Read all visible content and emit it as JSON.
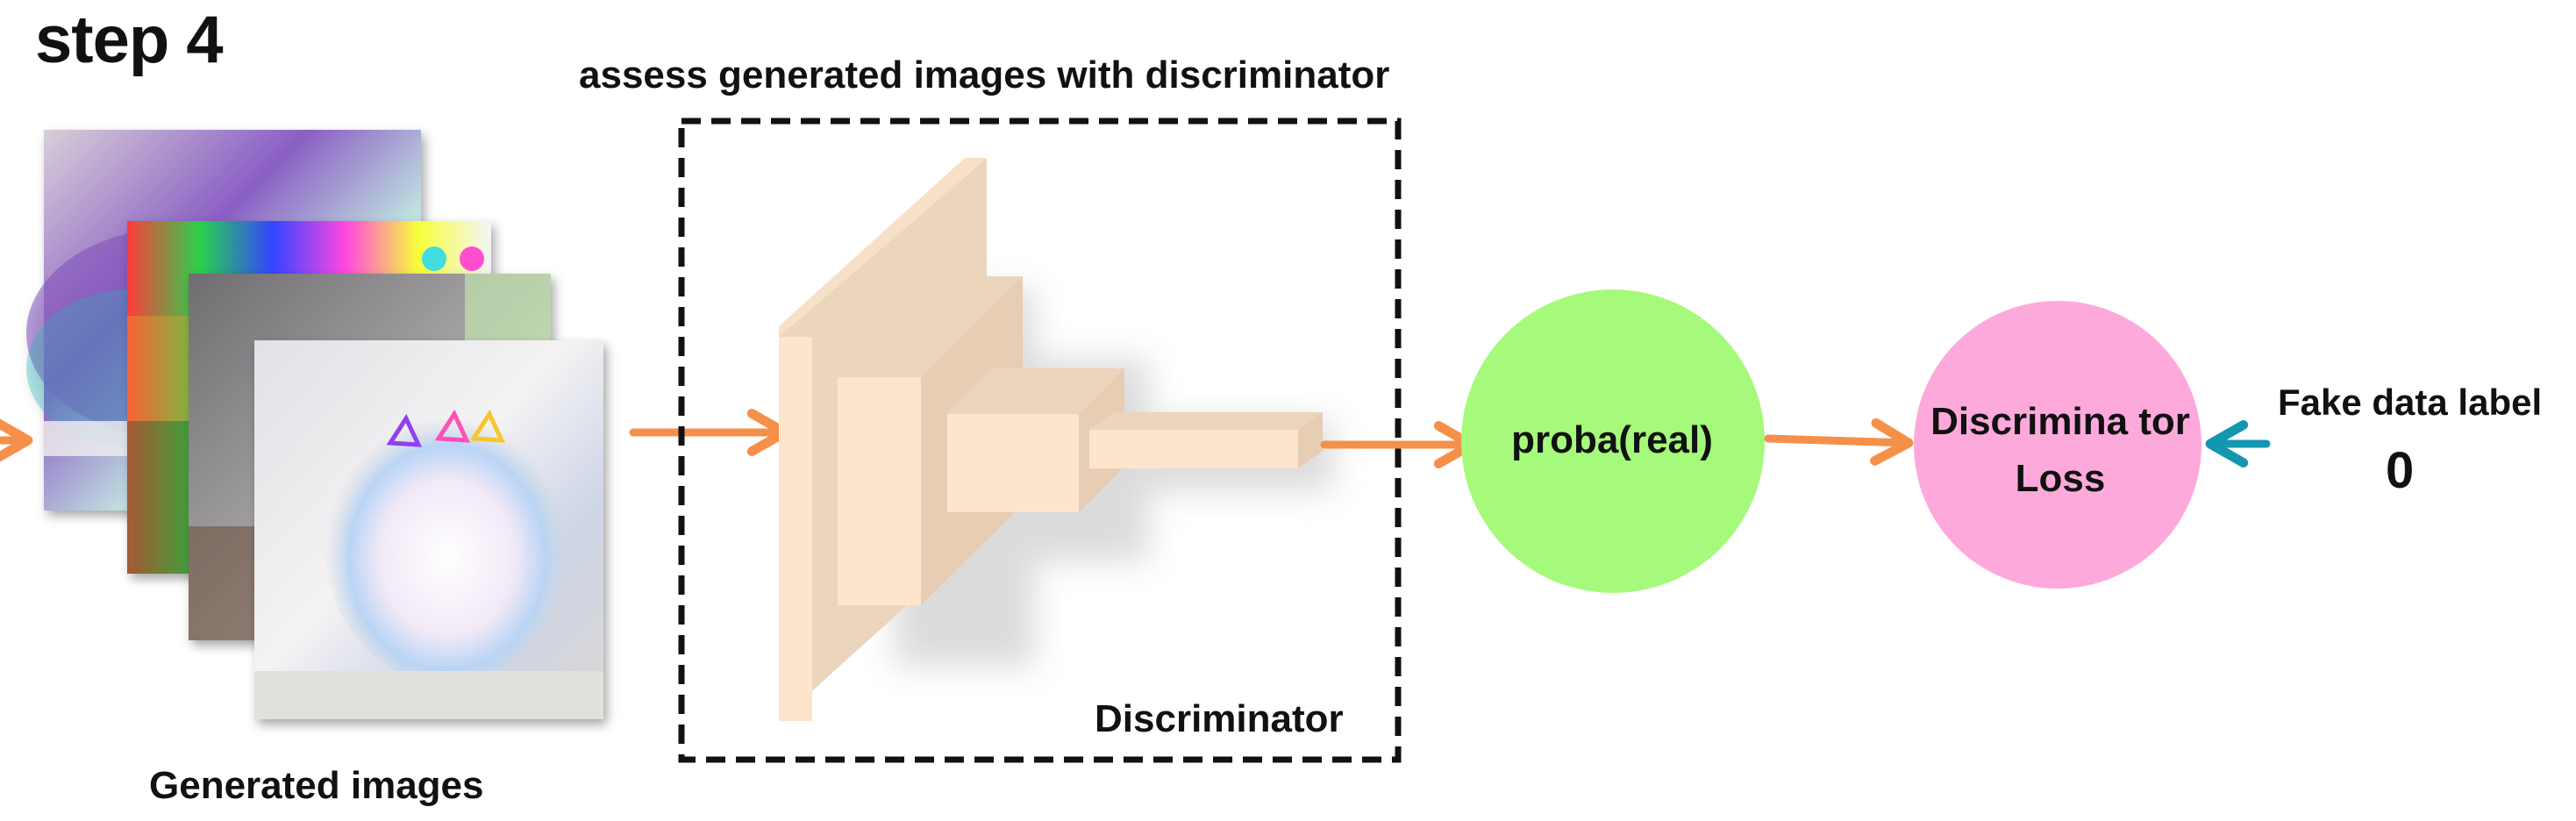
{
  "step_title": "step 4",
  "section_label": "assess generated images with discriminator",
  "images_label": "Generated images",
  "discriminator_label": "Discriminator",
  "probability_label": "proba(real)",
  "loss_label": "Discrimina tor Loss",
  "fake_label_title": "Fake data label",
  "fake_label_value": "0",
  "colors": {
    "arrow_main": "#f5904a",
    "arrow_label": "#1496b0",
    "probability_node": "#a6fa7b",
    "loss_node": "#fda9dc",
    "discriminator_block": "#fde5cd",
    "dashed_box": "#111111"
  },
  "icons": {
    "images": "generated-image-stack",
    "network": "discriminator-network-icon"
  }
}
